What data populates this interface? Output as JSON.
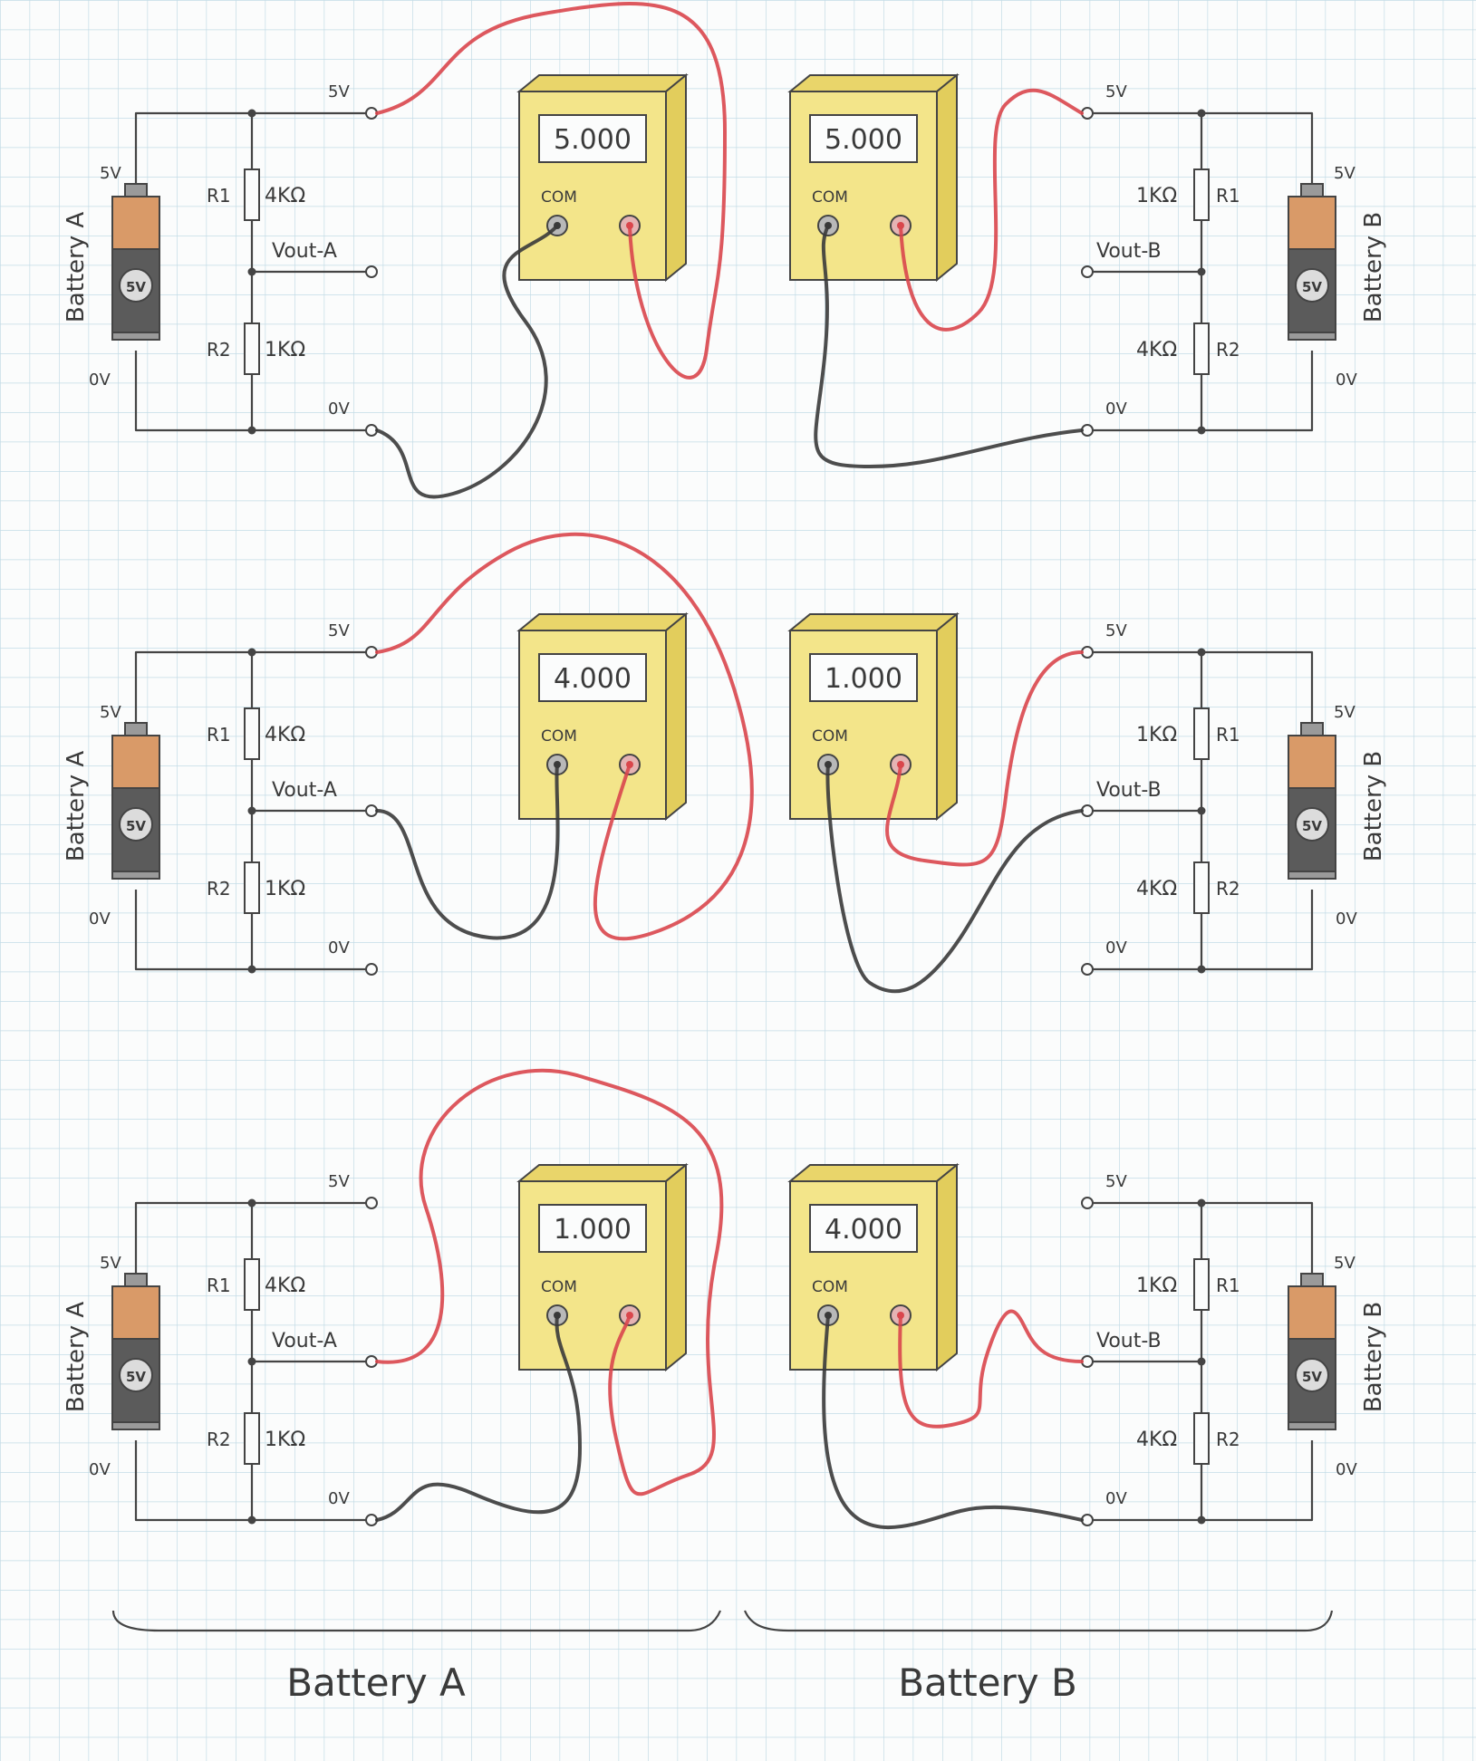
{
  "labels": {
    "v5": "5V",
    "v0": "0V",
    "com": "COM",
    "cell": "5V",
    "battery_a": "Battery A",
    "battery_b": "Battery B",
    "r1": "R1",
    "r2": "R2",
    "r_4k": "4KΩ",
    "r_1k": "1KΩ",
    "vout_a": "Vout-A",
    "vout_b": "Vout-B"
  },
  "rows": [
    {
      "meter_a": "5.000",
      "meter_b": "5.000"
    },
    {
      "meter_a": "4.000",
      "meter_b": "1.000"
    },
    {
      "meter_a": "1.000",
      "meter_b": "4.000"
    }
  ],
  "bottom_labels": [
    "Battery A",
    "Battery B"
  ],
  "colors": {
    "paper": "#fbfcfc",
    "grid": "#c3dbe6",
    "pencil": "#444444",
    "red_lead": "#d9464c",
    "black_lead": "#3a3a3a",
    "meter_yellow": "#f3e58a",
    "battery_copper": "#d99a68",
    "battery_body": "#5b5b5b"
  }
}
